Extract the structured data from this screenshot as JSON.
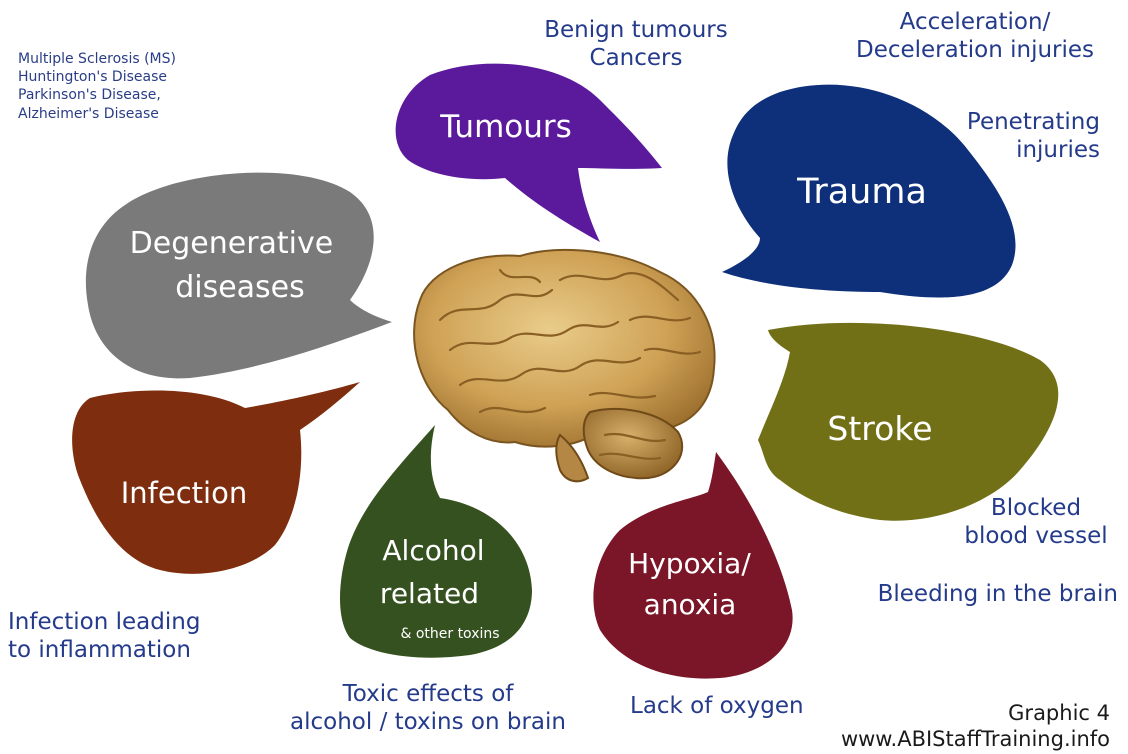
{
  "colors": {
    "tumours": "#5b1a9c",
    "trauma": "#0e2f7a",
    "degenerative": "#7a7a7a",
    "stroke": "#727016",
    "infection": "#7e2d0e",
    "alcohol": "#355120",
    "hypoxia": "#7a1628",
    "note_text": "#243a8a"
  },
  "bubbles": {
    "tumours": [
      "Tumours"
    ],
    "trauma": [
      "Trauma"
    ],
    "degenerative": [
      "Degenerative",
      "diseases"
    ],
    "stroke": [
      "Stroke"
    ],
    "infection": [
      "Infection"
    ],
    "alcohol": [
      "Alcohol",
      "related",
      "& other toxins"
    ],
    "hypoxia": [
      "Hypoxia/",
      "anoxia"
    ]
  },
  "notes": {
    "degenerative_list": [
      "Multiple Sclerosis (MS)",
      "Huntington's Disease",
      "Parkinson's Disease,",
      "Alzheimer's Disease"
    ],
    "tumours_types": [
      "Benign tumours",
      "Cancers"
    ],
    "trauma_accel": [
      "Acceleration/",
      "Deceleration injuries"
    ],
    "trauma_penetrating": [
      "Penetrating",
      "injuries"
    ],
    "stroke_blocked": [
      "Blocked",
      "blood vessel"
    ],
    "stroke_bleeding": [
      "Bleeding in the brain"
    ],
    "infection_note": [
      "Infection leading",
      "to inflammation"
    ],
    "alcohol_note": [
      "Toxic effects of",
      "alcohol / toxins on brain"
    ],
    "hypoxia_note": [
      "Lack of oxygen"
    ]
  },
  "credit": {
    "graphic": "Graphic 4",
    "website": "www.ABIStaffTraining.info"
  },
  "icons": {
    "center": "brain-icon"
  }
}
